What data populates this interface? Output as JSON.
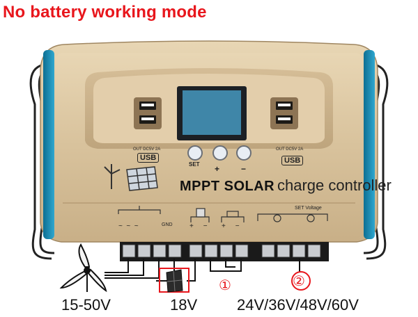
{
  "title": "No battery working mode",
  "device": {
    "brand_label": "MPPT SOLAR",
    "subtitle": "charge controller",
    "usb_label_left": "OUT DC5V 2A",
    "usb_label_right": "OUT DC5V 2A",
    "usb_text": "USB",
    "set_voltage_label": "SET Voltage",
    "gnd_label": "GND",
    "set_key_label": "SET",
    "plus_key_label": "+",
    "minus_key_label": "−",
    "wind_terminal_marks": "~  ~  ~",
    "pv_terminal_marks": "+     −",
    "batt_terminal_marks": "+     −"
  },
  "annotations": {
    "marker_1": "①",
    "marker_2": "②"
  },
  "bottom_labels": {
    "wind": "15-50V",
    "pv": "18V",
    "battery": "24V/36V/48V/60V"
  },
  "colors": {
    "title": "#e8161c",
    "body_gold": "#d9c4a0",
    "body_dark": "#b79c73",
    "accent_blue": "#1f8fb6",
    "lcd": "#3f86a8",
    "marker_red": "#e8161c"
  }
}
